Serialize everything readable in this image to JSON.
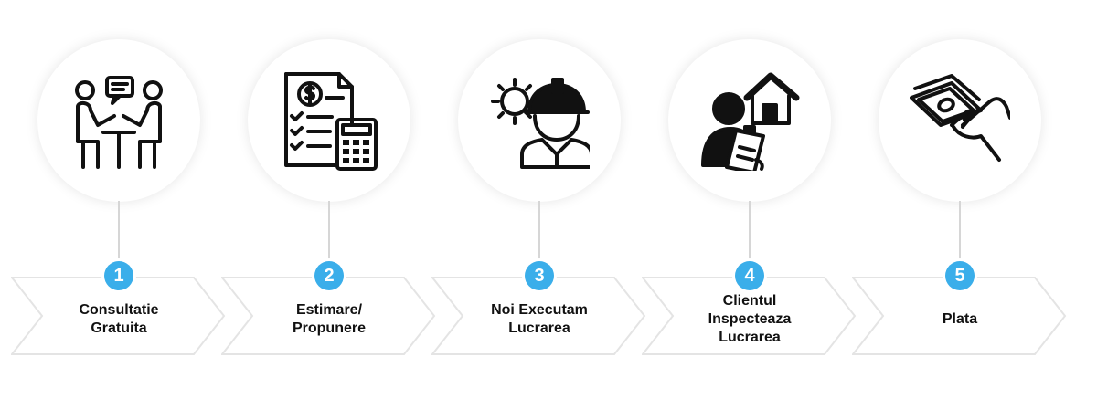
{
  "colors": {
    "badge": "#3aaeea",
    "text": "#111111",
    "arrow_fill": "#ffffff",
    "arrow_stroke": "#e4e4e4"
  },
  "steps": [
    {
      "number": "1",
      "label": "Consultatie\nGratuita",
      "icon": "consultation-meeting-icon"
    },
    {
      "number": "2",
      "label": "Estimare/\nPropunere",
      "icon": "estimate-document-calculator-icon"
    },
    {
      "number": "3",
      "label": "Noi Executam\nLucrarea",
      "icon": "construction-worker-icon"
    },
    {
      "number": "4",
      "label": "Clientul\nInspecteaza\nLucrarea",
      "icon": "client-inspection-house-icon"
    },
    {
      "number": "5",
      "label": "Plata",
      "icon": "payment-cash-hand-icon"
    }
  ]
}
